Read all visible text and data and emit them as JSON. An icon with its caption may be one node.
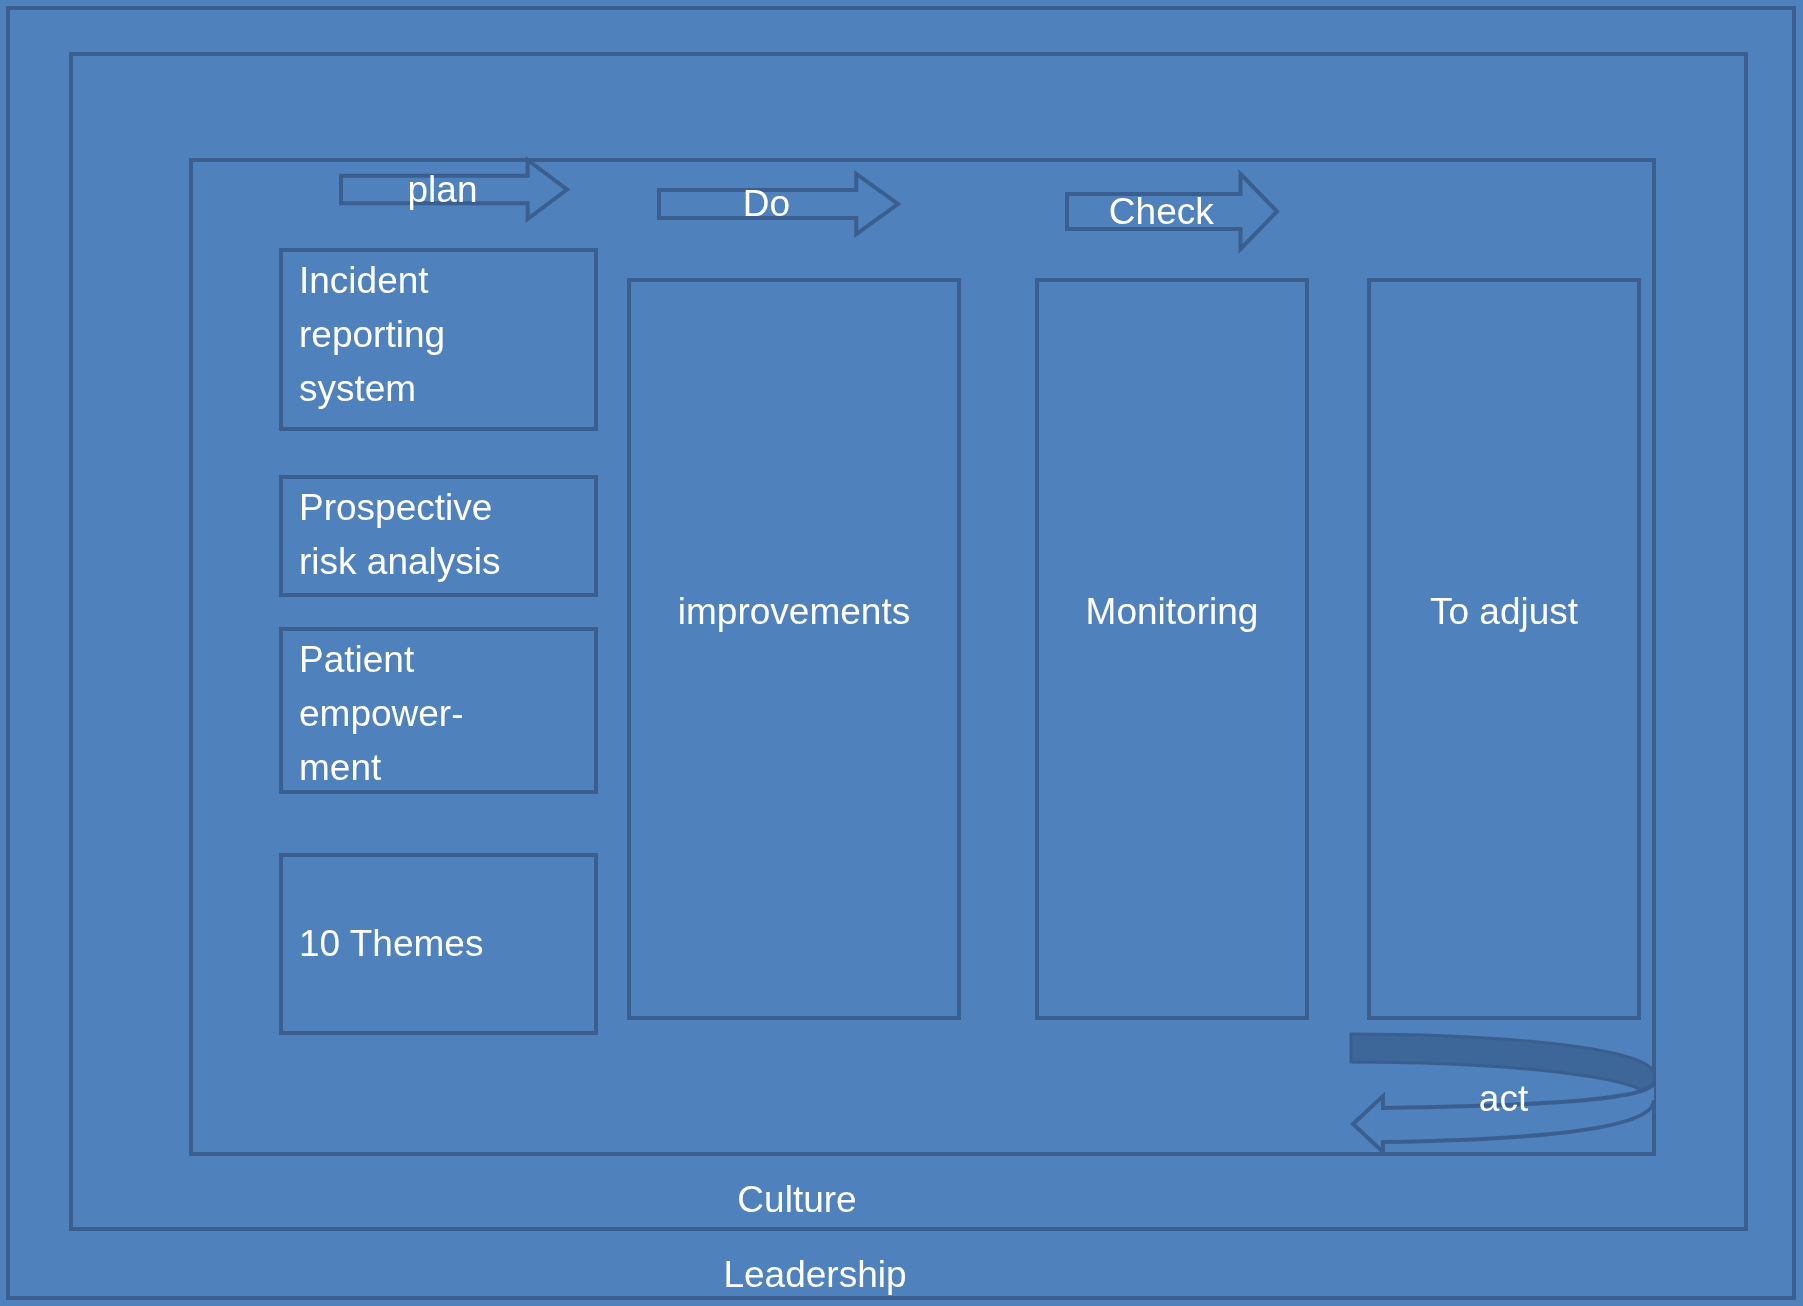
{
  "diagram": {
    "nodes": [
      {
        "text": [
          "Leadership"
        ]
      },
      {
        "text": [
          "Culture"
        ],
        "in": 0
      },
      {
        "text": [],
        "shape": "box",
        "in": 1
      },
      {
        "text": [
          "plan"
        ],
        "in": 2
      },
      {
        "text": [
          "Do"
        ],
        "in": 2
      },
      {
        "text": [
          "Check"
        ],
        "in": 2
      },
      {
        "text": [
          "Incident reporting system"
        ],
        "in": 2
      },
      {
        "text": [
          "Prospective risk analysis"
        ],
        "in": 2
      },
      {
        "text": [
          "Patient empower- ment"
        ],
        "in": 2
      },
      {
        "text": [
          "10 Themes"
        ],
        "in": 2
      },
      {
        "text": [
          "improvements"
        ],
        "in": 2
      },
      {
        "text": [
          "Monitoring"
        ],
        "in": 2
      },
      {
        "text": [
          "To adjust"
        ],
        "in": 2
      },
      {
        "text": [
          "act"
        ],
        "in": 2
      }
    ],
    "edges": []
  }
}
